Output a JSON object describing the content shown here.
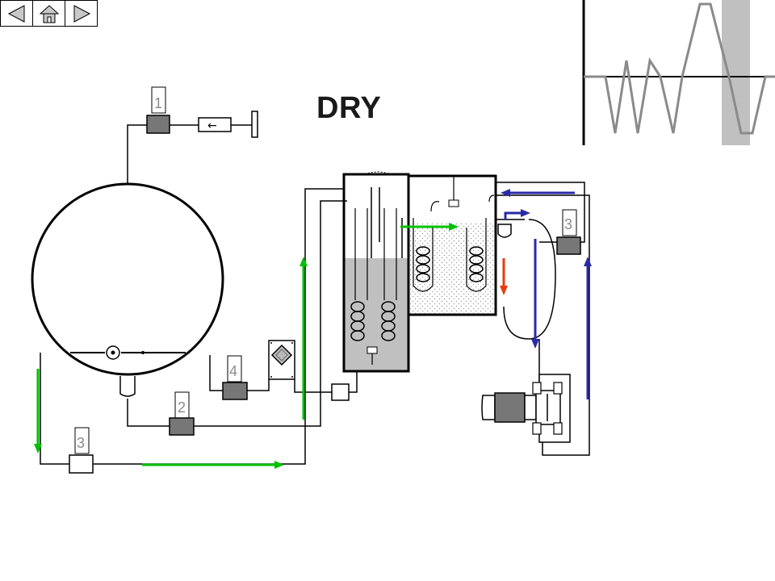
{
  "title": "DRY",
  "nav": {
    "buttons": [
      {
        "name": "back-button",
        "icon": "triangle-left-icon"
      },
      {
        "name": "home-button",
        "icon": "home-icon"
      },
      {
        "name": "forward-button",
        "icon": "triangle-right-icon"
      }
    ]
  },
  "valve_labels": {
    "v1": "1",
    "v2": "2",
    "v3_left": "3",
    "v3_right": "3",
    "v4": "4"
  },
  "inline_indicator": "←",
  "flow_colors": {
    "green": "#00c000",
    "blue": "#2a2aa8",
    "red": "#e83a10"
  },
  "cycle_graph": {
    "highlight_color": "#c0c0c0",
    "line_color": "#8a8a8a"
  }
}
